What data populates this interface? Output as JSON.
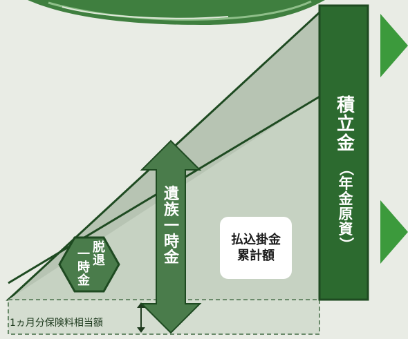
{
  "labels": {
    "fund_title": [
      "積",
      "立",
      "金"
    ],
    "fund_sub": [
      "（",
      "年",
      "金",
      "原",
      "資",
      "）"
    ],
    "death_lump_sum": [
      "遺",
      "族",
      "一",
      "時",
      "金"
    ],
    "withdrawal_lump_sum": {
      "right_col": [
        "脱",
        "退"
      ],
      "left_col": [
        "一",
        "時",
        "金"
      ]
    },
    "paid_premiums": [
      "払込掛金",
      "累計額"
    ],
    "one_month_premium": "1ヵ月分保険料相当額"
  },
  "colors": {
    "background": "#e9ece5",
    "dark_green": "#2c6a2f",
    "mid_green": "#4a7c4b",
    "light_green_fill": "#c6d2c2",
    "triangle_fill": "#b7c4b3",
    "stroke": "#1e4a21",
    "arrow_green": "#3c9a3c"
  },
  "icons": [
    "right-triangle-arrow-icon",
    "double-arrow-icon",
    "hexagon-badge-icon",
    "brush-stroke-banner-icon"
  ]
}
